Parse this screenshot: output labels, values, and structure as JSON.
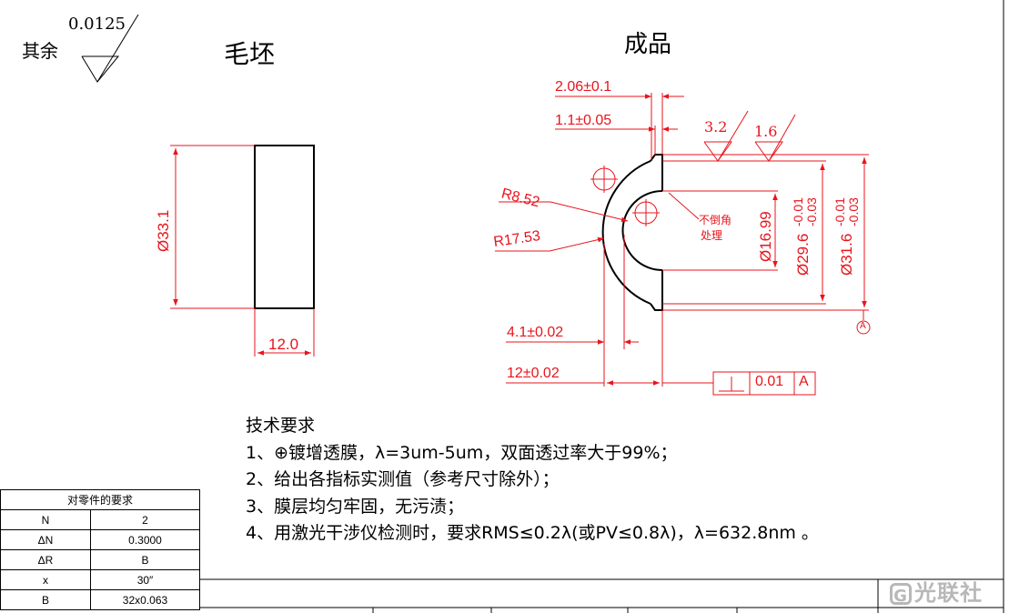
{
  "general_roughness": {
    "label": "其余",
    "value": "0.0125"
  },
  "blank": {
    "title": "毛坯",
    "dim_diameter": "Ø33.1",
    "dim_length": "12.0"
  },
  "finished": {
    "title": "成品",
    "dims": {
      "d1": "2.06±0.1",
      "d2": "1.1±0.05",
      "r1": "R8.52",
      "r2": "R17.53",
      "d3": "4.1±0.02",
      "d4": "12±0.02",
      "dia1": "Ø16.99",
      "dia2": "Ø29.6",
      "dia2_upper": "-0.01",
      "dia2_lower": "-0.03",
      "dia3": "Ø31.6",
      "dia3_upper": "-0.01",
      "dia3_lower": "-0.03"
    },
    "roughness_1": "3.2",
    "roughness_2": "1.6",
    "note_line1": "不倒角",
    "note_line2": "处理",
    "datum": "A",
    "tolerance_frame": {
      "value": "0.01",
      "datum": "A"
    }
  },
  "requirements": {
    "title": "技术要求",
    "items": [
      "1、⊕镀增透膜，λ=3um-5um，双面透过率大于99%；",
      "2、给出各指标实测值（参考尺寸除外）；",
      "3、膜层均匀牢固，无污渍；",
      "4、用激光干涉仪检测时，要求RMS≤0.2λ(或PV≤0.8λ)，λ=632.8nm 。"
    ]
  },
  "parts_table": {
    "header": "对零件的要求",
    "rows": [
      {
        "label": "N",
        "value": "2"
      },
      {
        "label": "ΔN",
        "value": "0.3000"
      },
      {
        "label": "ΔR",
        "value": "B"
      },
      {
        "label": "x",
        "value": "30″"
      },
      {
        "label": "B",
        "value": "32x0.063"
      }
    ]
  },
  "watermark": {
    "icon": "G",
    "text": "光联社"
  },
  "colors": {
    "dimension": "#e8141c",
    "outline": "#000000"
  }
}
